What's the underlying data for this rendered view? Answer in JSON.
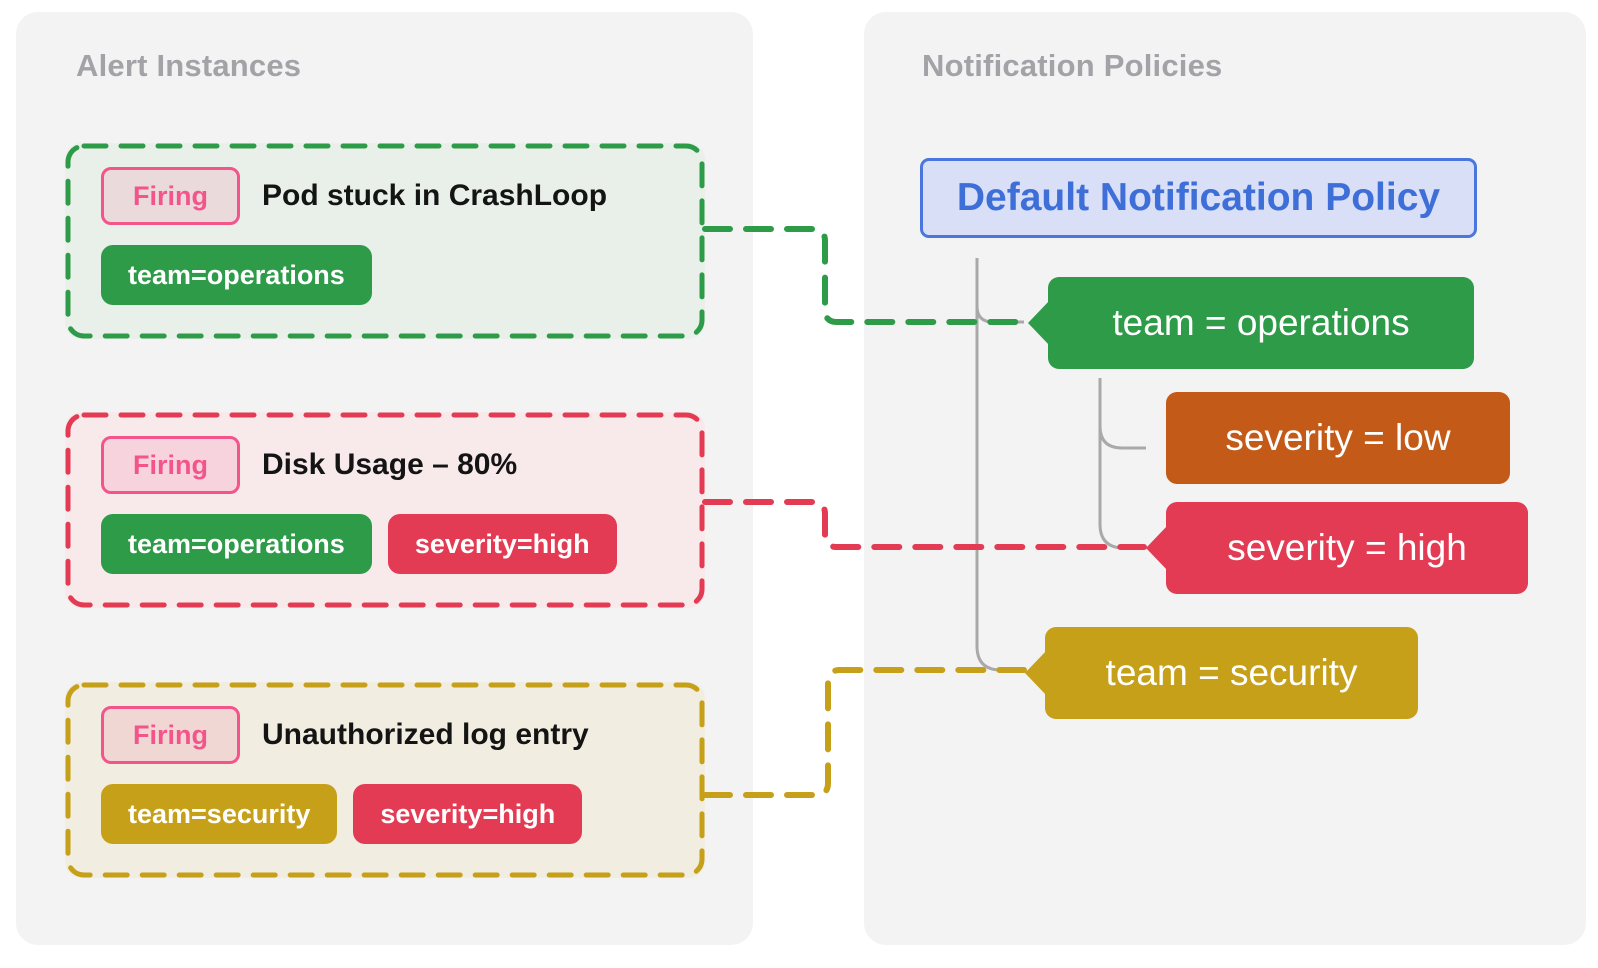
{
  "diagram": {
    "left_panel": {
      "title": "Alert Instances",
      "alerts": [
        {
          "status": "Firing",
          "title": "Pod stuck in CrashLoop",
          "labels": [
            {
              "text": "team=operations",
              "color": "#2E9B49"
            }
          ]
        },
        {
          "status": "Firing",
          "title": "Disk Usage – 80%",
          "labels": [
            {
              "text": "team=operations",
              "color": "#2E9B49"
            },
            {
              "text": "severity=high",
              "color": "#E23B53"
            }
          ]
        },
        {
          "status": "Firing",
          "title": "Unauthorized log entry",
          "labels": [
            {
              "text": "team=security",
              "color": "#C6A019"
            },
            {
              "text": "severity=high",
              "color": "#E23B53"
            }
          ]
        }
      ]
    },
    "right_panel": {
      "title": "Notification Policies",
      "default_policy": "Default Notification Policy",
      "matchers": [
        {
          "label": "team = operations",
          "color": "#2E9B49",
          "has_notch": true
        },
        {
          "label": "severity = low",
          "color": "#C45A18",
          "has_notch": false
        },
        {
          "label": "severity = high",
          "color": "#E23B53",
          "has_notch": true
        },
        {
          "label": "team = security",
          "color": "#C6A019",
          "has_notch": true
        }
      ]
    },
    "colors": {
      "green": "#2E9B49",
      "red": "#E23B53",
      "gold": "#C6A019",
      "orange": "#C45A18",
      "firing_pink": "#F3548B",
      "policy_blue_border": "#4A76DE",
      "policy_blue_text": "#3E6ED8",
      "policy_blue_bg": "#D8DFF6",
      "panel_bg": "#F3F3F4",
      "connector_gray": "#A9A9A9"
    }
  }
}
